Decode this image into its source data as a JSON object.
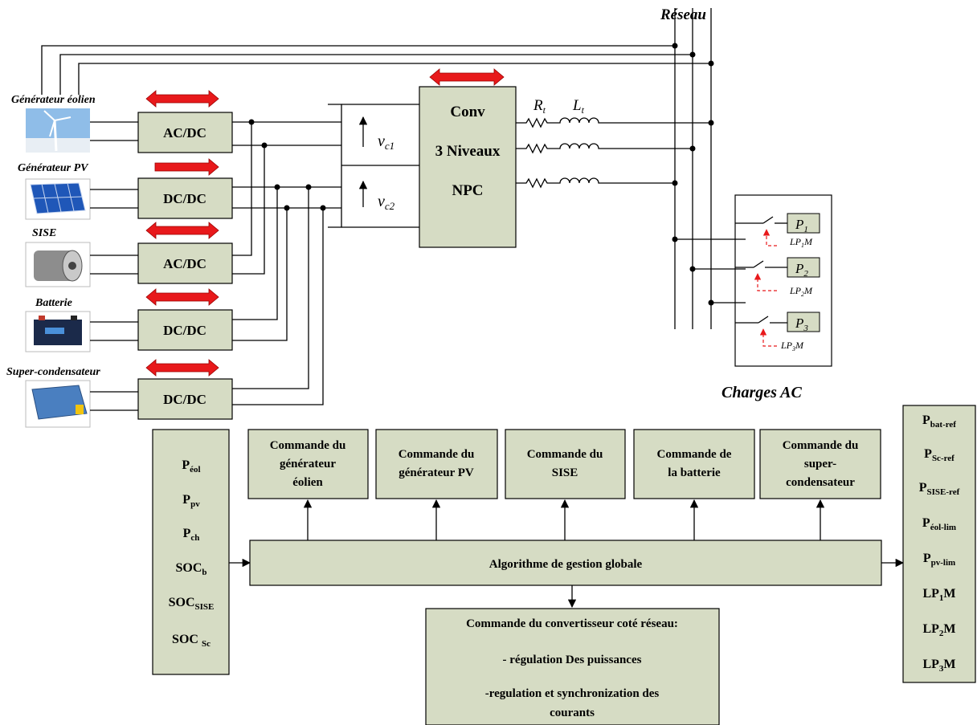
{
  "grid": {
    "title": "Réseau"
  },
  "sources": [
    {
      "id": "eolien",
      "label": "Générateur éolien",
      "converter": "AC/DC",
      "icon": "wind-turbine-icon"
    },
    {
      "id": "pv",
      "label": "Générateur PV",
      "converter": "DC/DC",
      "icon": "solar-panel-icon"
    },
    {
      "id": "sise",
      "label": "SISE",
      "converter": "AC/DC",
      "icon": "flywheel-icon"
    },
    {
      "id": "batterie",
      "label": "Batterie",
      "converter": "DC/DC",
      "icon": "battery-icon"
    },
    {
      "id": "sc",
      "label": "Super-condensateur",
      "converter": "DC/DC",
      "icon": "supercapacitor-icon"
    }
  ],
  "dc_bus": {
    "v1": "v",
    "v1_sub": "c1",
    "v2": "v",
    "v2_sub": "c2"
  },
  "npc": {
    "line1": "Conv",
    "line2": "3 Niveaux",
    "line3": "NPC"
  },
  "filter": {
    "r": "R",
    "r_sub": "t",
    "l": "L",
    "l_sub": "t"
  },
  "loads": {
    "title": "Charges AC",
    "items": [
      {
        "p": "P",
        "p_sub": "1",
        "lp_a": "LP",
        "lp_sub": "1",
        "lp_b": "M"
      },
      {
        "p": "P",
        "p_sub": "2",
        "lp_a": "LP",
        "lp_sub": "2",
        "lp_b": "M"
      },
      {
        "p": "P",
        "p_sub": "3",
        "lp_a": "LP",
        "lp_sub": "3",
        "lp_b": "M"
      }
    ]
  },
  "inputs": [
    {
      "main": "P",
      "sub": "éol"
    },
    {
      "main": "P",
      "sub": "pv"
    },
    {
      "main": "P",
      "sub": "ch"
    },
    {
      "main": "SOC",
      "sub": "b"
    },
    {
      "main": "SOC",
      "sub": "SISE"
    },
    {
      "main": "SOC ",
      "sub": "Sc"
    }
  ],
  "controls": [
    {
      "lines": [
        "Commande du",
        "générateur",
        "éolien"
      ]
    },
    {
      "lines": [
        "Commande du",
        "générateur PV"
      ]
    },
    {
      "lines": [
        "Commande du",
        "SISE"
      ]
    },
    {
      "lines": [
        "Commande de",
        "la batterie"
      ]
    },
    {
      "lines": [
        "Commande du",
        "super-",
        "condensateur"
      ]
    }
  ],
  "algorithm": {
    "label": "Algorithme de gestion globale"
  },
  "grid_control": {
    "title": "Commande du convertisseur coté réseau:",
    "line1": "- régulation Des puissances",
    "line2": "-regulation et synchronization des",
    "line3": "courants"
  },
  "outputs": [
    {
      "main": "P",
      "sub": "bat-ref"
    },
    {
      "main": "P",
      "sub": "Sc-ref"
    },
    {
      "main": "P",
      "sub": "SISE-ref"
    },
    {
      "main": "P",
      "sub": "éol-lim"
    },
    {
      "main": "P",
      "sub": "pv-lim"
    },
    {
      "main": "LP",
      "sub": "1",
      "tail": "M"
    },
    {
      "main": "LP",
      "sub": "2",
      "tail": "M"
    },
    {
      "main": "LP",
      "sub": "3",
      "tail": "M"
    }
  ],
  "colors": {
    "box_fill": "#d6dcc4",
    "arrow_red": "#e8191b"
  }
}
